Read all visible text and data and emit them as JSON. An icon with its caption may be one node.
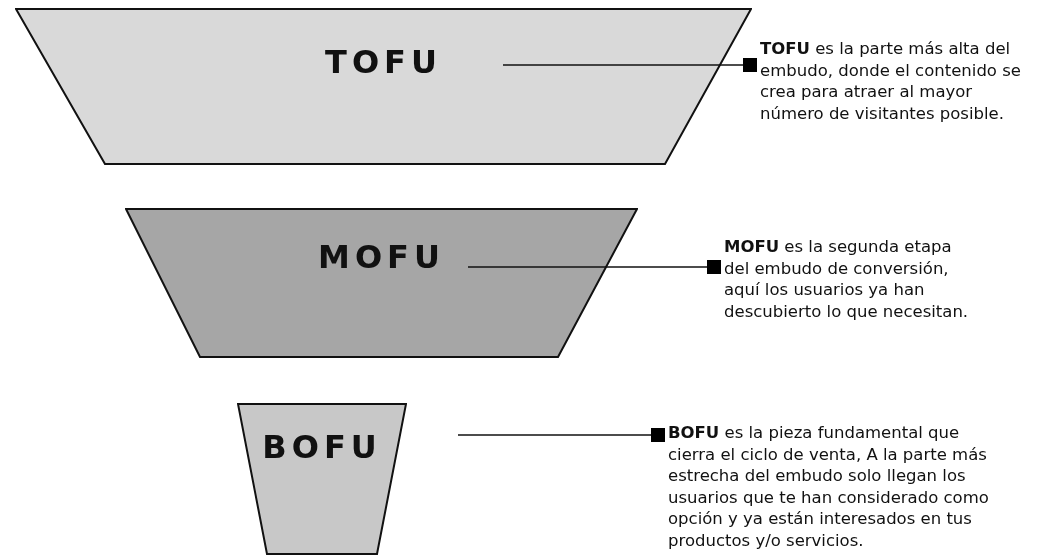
{
  "diagram": {
    "nodes": [
      {
        "text": [
          "TOFU"
        ]
      },
      {
        "text": [
          "**TOFU** es la parte más alta del embudo, donde el contenido se crea para atraer al mayor número de visitantes posible."
        ]
      },
      {
        "text": [
          "MOFU"
        ]
      },
      {
        "text": [
          "**MOFU** es la segunda etapa del embudo de conversión, aquí los usuarios ya han descubierto lo que necesitan."
        ]
      },
      {
        "text": [
          "BOFU"
        ]
      },
      {
        "text": [
          "**BOFU** es la pieza fundamental que cierra el ciclo de venta, A la parte más estrecha del embudo solo llegan los usuarios que te han considerado como opción y ya están interesados en tus productos y/o servicios."
        ]
      }
    ],
    "edges": [
      {
        "from": 0,
        "to": 1,
        "arrow": "other"
      },
      {
        "from": 2,
        "to": 3,
        "arrow": "other"
      },
      {
        "from": 4,
        "to": 5,
        "arrow": "other"
      }
    ]
  }
}
